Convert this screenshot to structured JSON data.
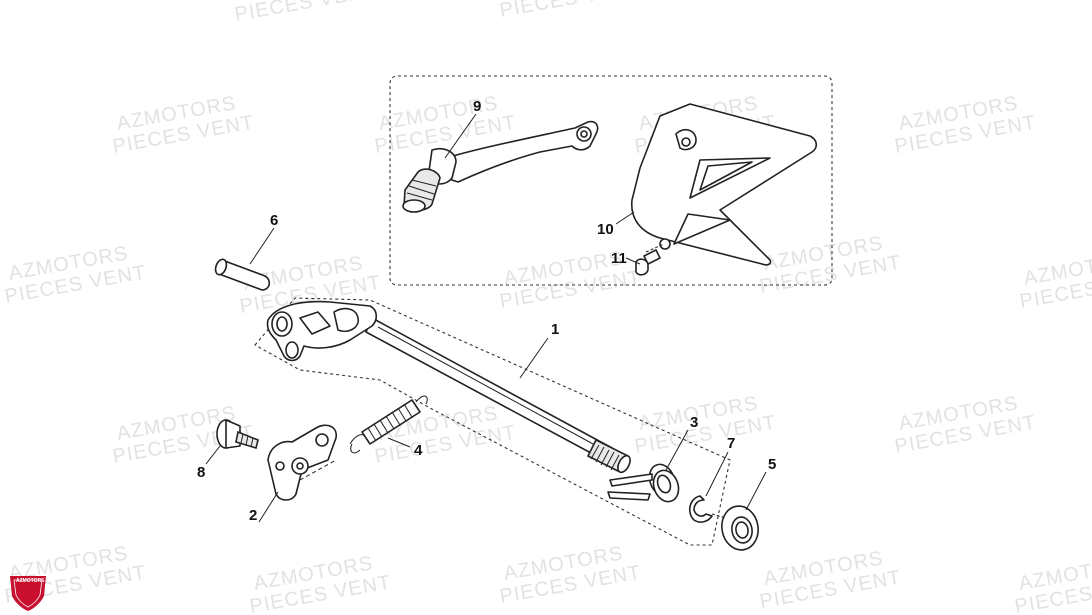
{
  "watermark": {
    "line1": "AZMOTORS",
    "line2": "PIECES VENT"
  },
  "logo": {
    "text": "AZMOTORS",
    "color": "#c8102e"
  },
  "callouts": [
    {
      "number": "1"
    },
    {
      "number": "2"
    },
    {
      "number": "3"
    },
    {
      "number": "4"
    },
    {
      "number": "5"
    },
    {
      "number": "6"
    },
    {
      "number": "7"
    },
    {
      "number": "8"
    },
    {
      "number": "9"
    },
    {
      "number": "10"
    },
    {
      "number": "11"
    }
  ]
}
